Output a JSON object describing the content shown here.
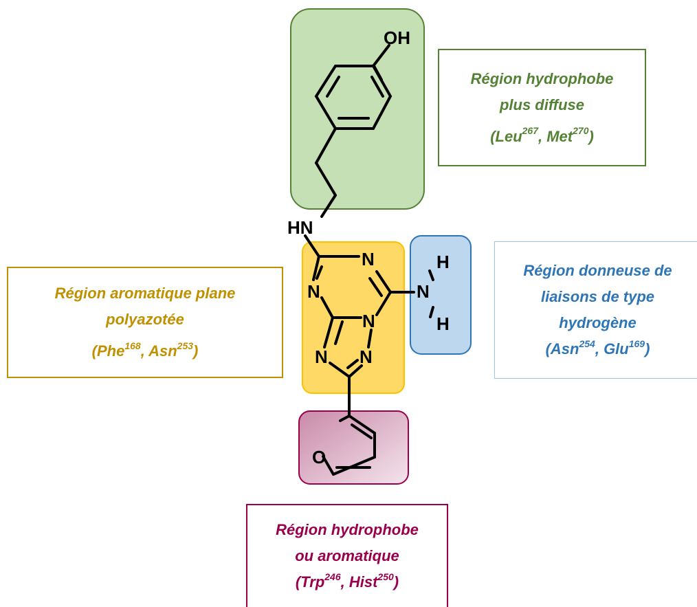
{
  "colors": {
    "green": "#548235",
    "yellow": "#bf9000",
    "blue": "#2e75b6",
    "magenta": "#99004c",
    "bond": "#000000"
  },
  "atoms": {
    "oh": "OH",
    "hn": "HN",
    "n_ring_top": "N",
    "n_ring_left": "N",
    "n_bridge": "N",
    "n_amine": "N",
    "h_amine_top": "H",
    "h_amine_bottom": "H",
    "n_triazole_left": "N",
    "n_triazole_right": "N",
    "o_furan": "O"
  },
  "regions": {
    "green": {
      "line1": "Région hydrophobe",
      "line2": "plus diffuse",
      "res1": "Leu",
      "res1_num": "267",
      "res2": "Met",
      "res2_num": "270"
    },
    "yellow": {
      "line1": "Région aromatique plane",
      "line2": "polyazotée",
      "res1": "Phe",
      "res1_num": "168",
      "res2": "Asn",
      "res2_num": "253"
    },
    "blue": {
      "line1": "Région donneuse de",
      "line2": "liaisons de type",
      "line3": "hydrogène",
      "res1": "Asn",
      "res1_num": "254",
      "res2": "Glu",
      "res2_num": "169"
    },
    "magenta": {
      "line1": "Région hydrophobe",
      "line2": "ou aromatique",
      "res1": "Trp",
      "res1_num": "246",
      "res2": "Hist",
      "res2_num": "250"
    }
  }
}
